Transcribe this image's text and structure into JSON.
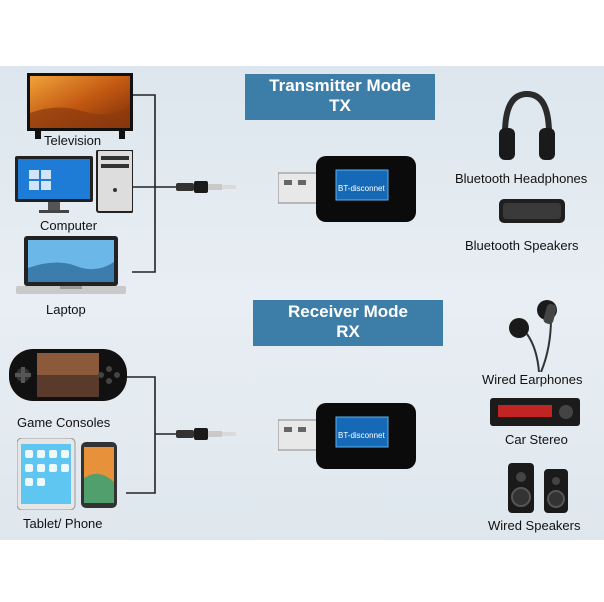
{
  "transmitter": {
    "title": "Transmitter Mode",
    "code": "TX"
  },
  "receiver": {
    "title": "Receiver Mode",
    "code": "RX"
  },
  "sources_tx": [
    "Television",
    "Computer",
    "Laptop"
  ],
  "sources_rx": [
    "Game Consoles",
    "Tablet/ Phone"
  ],
  "outputs_tx": [
    "Bluetooth Headphones",
    "Bluetooth Speakers"
  ],
  "outputs_rx": [
    "Wired Earphones",
    "Car Stereo",
    "Wired Speakers"
  ],
  "adapter_screen_text": "BT-disconnet"
}
